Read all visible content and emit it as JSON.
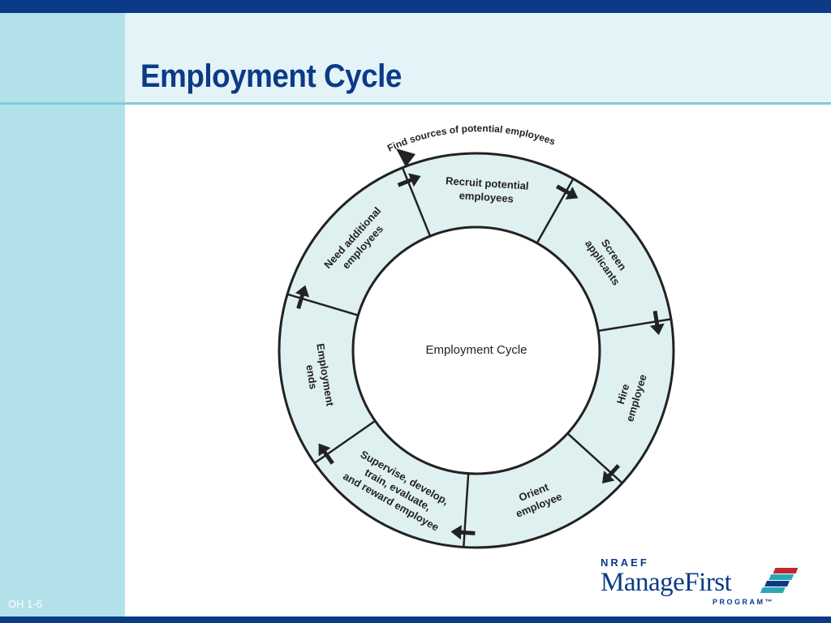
{
  "slide": {
    "title": "Employment Cycle",
    "number": "OH  1-6"
  },
  "diagram": {
    "center_label": "Employment Cycle",
    "top_label": "Find sources of potential employees",
    "steps": [
      {
        "lines": [
          "Recruit potential",
          "employees"
        ]
      },
      {
        "lines": [
          "Screen",
          "applicants"
        ]
      },
      {
        "lines": [
          "Hire",
          "employee"
        ]
      },
      {
        "lines": [
          "Orient",
          "employee"
        ]
      },
      {
        "lines": [
          "Supervise, develop,",
          "train, evaluate,",
          "and reward employee"
        ]
      },
      {
        "lines": [
          "Employment",
          "ends"
        ]
      },
      {
        "lines": [
          "Need additional",
          "employees"
        ]
      }
    ]
  },
  "logo": {
    "org": "NRAEF",
    "name_part1": "Manage",
    "name_part2": "First",
    "program": "PROGRAM™"
  },
  "colors": {
    "navy": "#0b3a86",
    "light_blue_band": "#b2e1ea",
    "header_band": "#e4f3f8",
    "ring_fill": "#dff0f1",
    "accent_red": "#c0272d",
    "accent_teal": "#2aa7b4"
  }
}
